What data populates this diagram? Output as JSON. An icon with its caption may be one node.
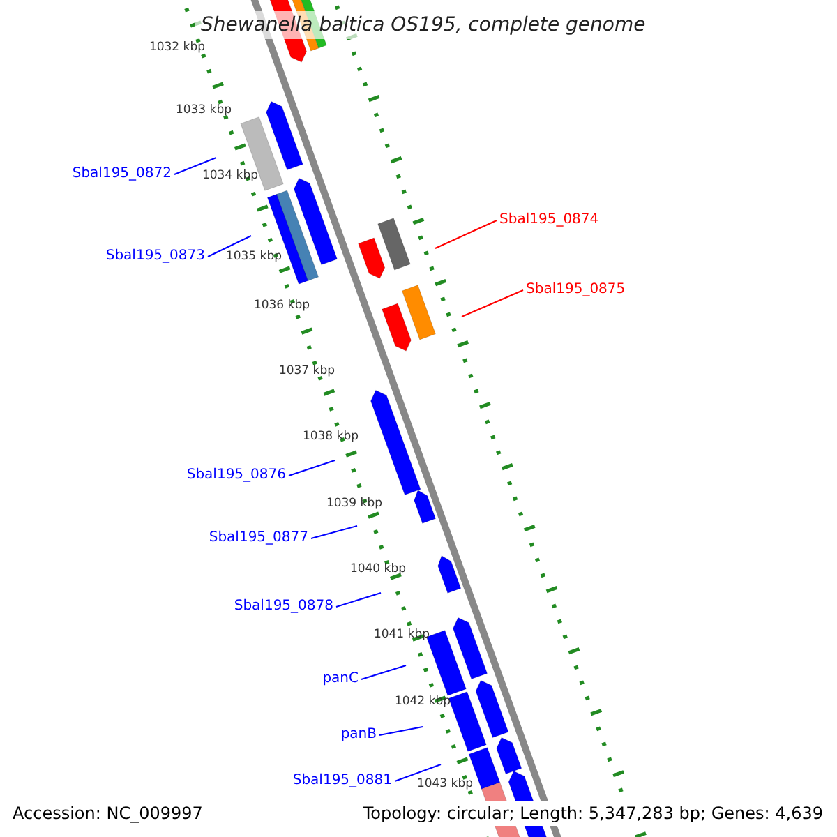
{
  "diagram": {
    "title": "Shewanella baltica OS195, complete genome",
    "nodes": [
      {
        "text": [
          "Sbal195_0872"
        ]
      },
      {
        "text": [
          "Sbal195_0873"
        ]
      },
      {
        "text": [
          "Sbal195_0874"
        ]
      },
      {
        "text": [
          "Sbal195_0875"
        ]
      },
      {
        "text": [
          "Sbal195_0876"
        ]
      },
      {
        "text": [
          "Sbal195_0877"
        ]
      },
      {
        "text": [
          "Sbal195_0878"
        ]
      },
      {
        "text": [
          "panC"
        ]
      },
      {
        "text": [
          "panB"
        ]
      },
      {
        "text": [
          "Sbal195_0881"
        ]
      }
    ],
    "edges": [
      {
        "from": 0,
        "to": null,
        "arrow": "none"
      },
      {
        "from": 1,
        "to": null,
        "arrow": "none"
      },
      {
        "from": 2,
        "to": null,
        "arrow": "none",
        "color": "#ff0000"
      },
      {
        "from": 3,
        "to": null,
        "arrow": "none",
        "color": "#ff0000"
      },
      {
        "from": 4,
        "to": null,
        "arrow": "none"
      },
      {
        "from": 5,
        "to": null,
        "arrow": "none"
      },
      {
        "from": 6,
        "to": null,
        "arrow": "none"
      },
      {
        "from": 7,
        "to": null,
        "arrow": "none"
      },
      {
        "from": 8,
        "to": null,
        "arrow": "none"
      },
      {
        "from": 9,
        "to": null,
        "arrow": "none"
      }
    ],
    "labels": [
      "1032 kbp",
      "1033 kbp",
      "1034 kbp",
      "1035 kbp",
      "1036 kbp",
      "1037 kbp",
      "1038 kbp",
      "1039 kbp",
      "1040 kbp",
      "1041 kbp",
      "1042 kbp",
      "1043 kbp",
      "Accession: NC_009997",
      "Topology: circular; Length: 5,347,283 bp; Genes: 4,639"
    ]
  }
}
